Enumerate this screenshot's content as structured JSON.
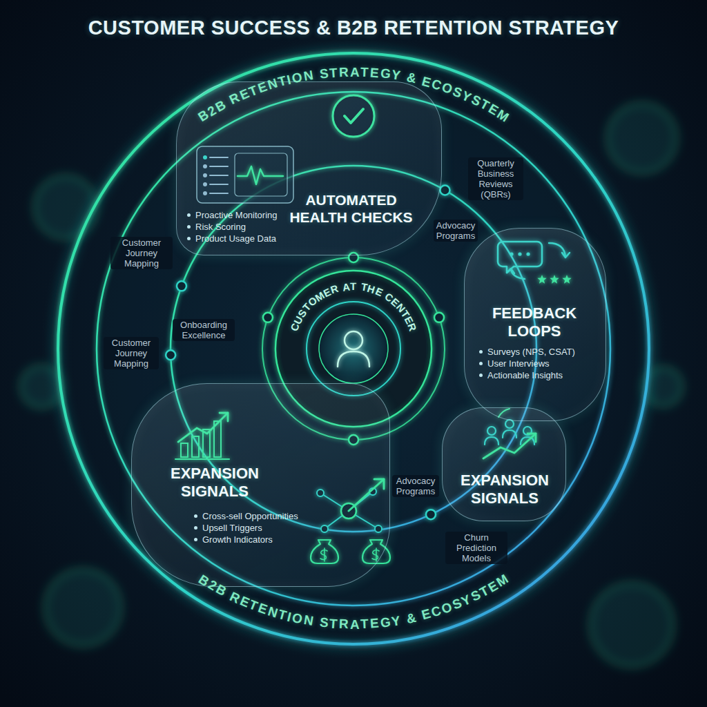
{
  "diagram": {
    "title": "CUSTOMER SUCCESS & B2B RETENTION STRATEGY",
    "nodes": [
      {
        "text": [
          "B2B RETENTION STRATEGY & ECOSYSTEM",
          "B2B RETENTION STRATEGY & ECOSYSTEM"
        ]
      },
      {
        "text": [
          "AUTOMATED HEALTH CHECKS",
          "Proactive Monitoring",
          "Risk Scoring",
          "Product Usage Data"
        ],
        "in": 0
      },
      {
        "text": [
          "CUSTOMER AT THE CENTER"
        ],
        "in": 0
      },
      {
        "text": [
          "FEEDBACK LOOPS",
          "Surveys (NPS, CSAT)",
          "User Interviews",
          "Actionable Insights"
        ],
        "in": 0
      },
      {
        "text": [
          "EXPANSION SIGNALS"
        ],
        "in": 0
      },
      {
        "text": [
          "EXPANSION SIGNALS",
          "Cross-sell Opportunities",
          "Upsell Triggers",
          "Growth Indicators"
        ],
        "in": 0
      }
    ],
    "labels": [
      "Quarterly Business Reviews (QBRs)",
      "Advocacy Programs",
      "Customer Journey Mapping",
      "Onboarding Excellence",
      "Customer Journey Mapping",
      "Advocacy Programs",
      "Churn Prediction Models"
    ]
  }
}
